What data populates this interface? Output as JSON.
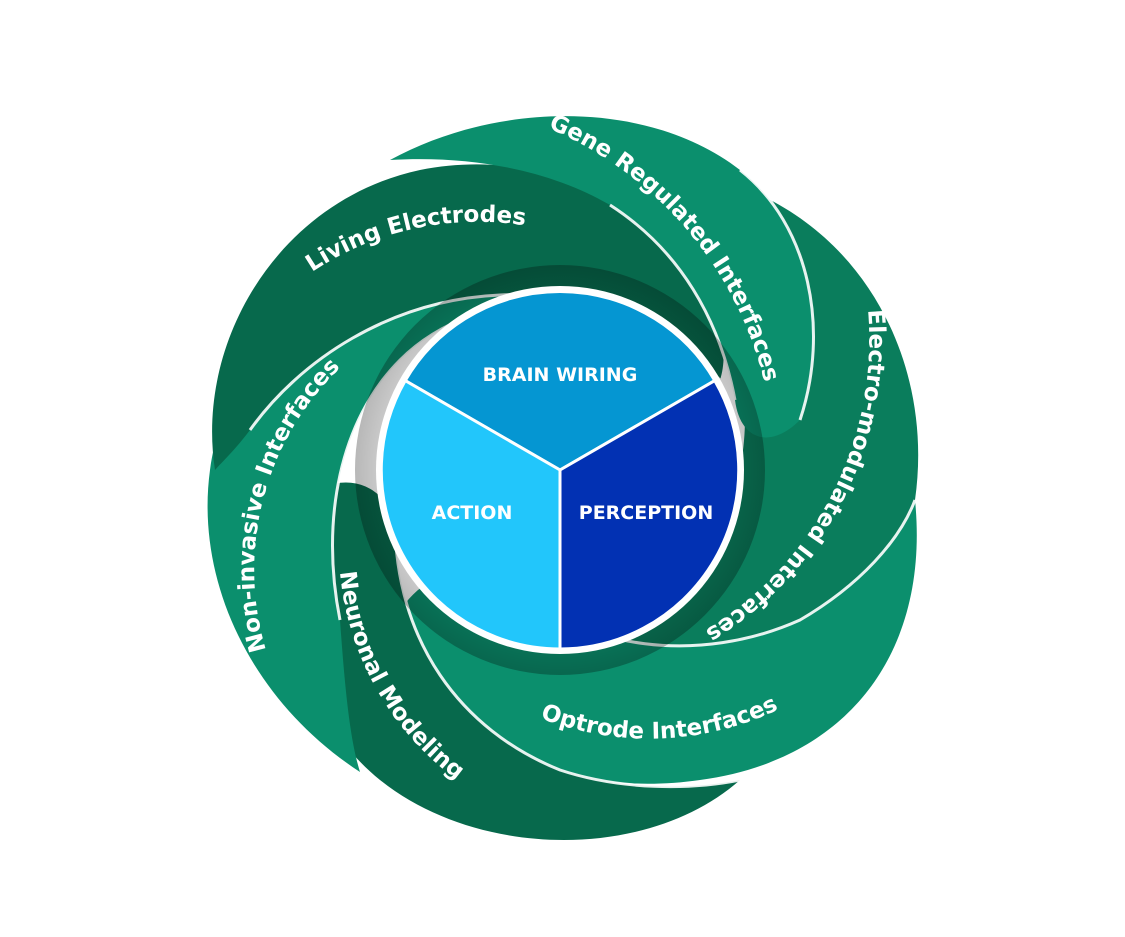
{
  "diagram": {
    "petals": [
      {
        "id": "gene",
        "label": "Gene Regulated Interfaces",
        "color": "#0b8f6d"
      },
      {
        "id": "electro",
        "label": "Electro-modulated Interfaces",
        "color": "#0a7d5c"
      },
      {
        "id": "optrode",
        "label": "Optrode Interfaces",
        "color": "#0b8f6d"
      },
      {
        "id": "neuronal",
        "label": "Neuronal Modeling",
        "color": "#07694c"
      },
      {
        "id": "noninvasive",
        "label": "Non-invasive Interfaces",
        "color": "#0b8f6d"
      },
      {
        "id": "living",
        "label": "Living Electrodes",
        "color": "#07694c"
      }
    ],
    "core": {
      "top": {
        "label": "BRAIN WIRING",
        "color": "#0596d2"
      },
      "left": {
        "label": "ACTION",
        "color": "#22c6fb"
      },
      "right": {
        "label": "PERCEPTION",
        "color": "#0231b3"
      }
    }
  }
}
